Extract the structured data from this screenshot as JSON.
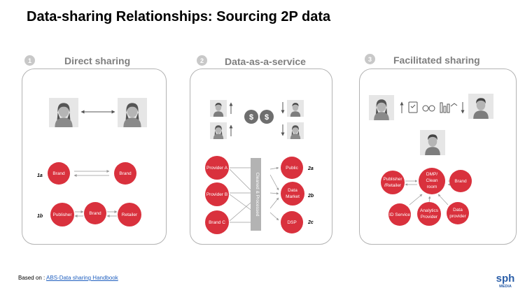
{
  "title": "Data-sharing Relationships: Sourcing 2P data",
  "colors": {
    "accent": "#d9313d",
    "panel_border": "#b3b3b3",
    "heading_gray": "#7f7f7f",
    "badge_gray": "#c8c8c8",
    "brand_blue": "#2a5ea8"
  },
  "panels": [
    {
      "number": "1",
      "title": "Direct sharing"
    },
    {
      "number": "2",
      "title": "Data-as-a-service"
    },
    {
      "number": "3",
      "title": "Facilitated sharing"
    }
  ],
  "direct": {
    "row_a": {
      "tag": "1a",
      "left": "Brand",
      "right": "Brand"
    },
    "row_b": {
      "tag": "1b",
      "left": "Publisher",
      "middle": "Brand",
      "right": "Retailer"
    }
  },
  "daas": {
    "providers": [
      "Provider A",
      "Provider B",
      "Brand C"
    ],
    "bar_label": "Cleaned & Processed",
    "outputs": [
      {
        "label": "Public",
        "tag": "2a"
      },
      {
        "label": "Data Market",
        "tag": "2b"
      },
      {
        "label": "DSP",
        "tag": "2c"
      }
    ]
  },
  "facilitated": {
    "center": "DMP/ Clean room",
    "left": "Publisher /Retailer",
    "right": "Brand",
    "bottom": [
      "ID Service",
      "Analytics Provider",
      "Data provider"
    ]
  },
  "footer": {
    "prefix": "Based on :",
    "link_text": "ABS-Data sharing Handbook"
  },
  "logo": {
    "text": "sph",
    "sub": "MEDIA"
  }
}
